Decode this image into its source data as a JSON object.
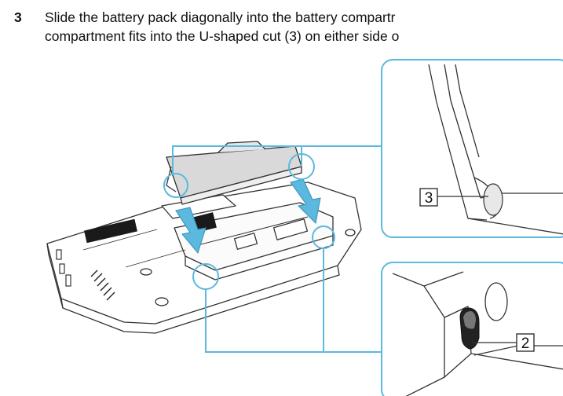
{
  "step": {
    "number": "3",
    "line1": "Slide the battery pack diagonally into the battery compartr",
    "line2": "compartment fits into the U-shaped cut (3) on either side o"
  },
  "callouts": {
    "top": "3",
    "bottom": "2"
  },
  "colors": {
    "accent": "#5bb8df",
    "line": "#333333"
  }
}
